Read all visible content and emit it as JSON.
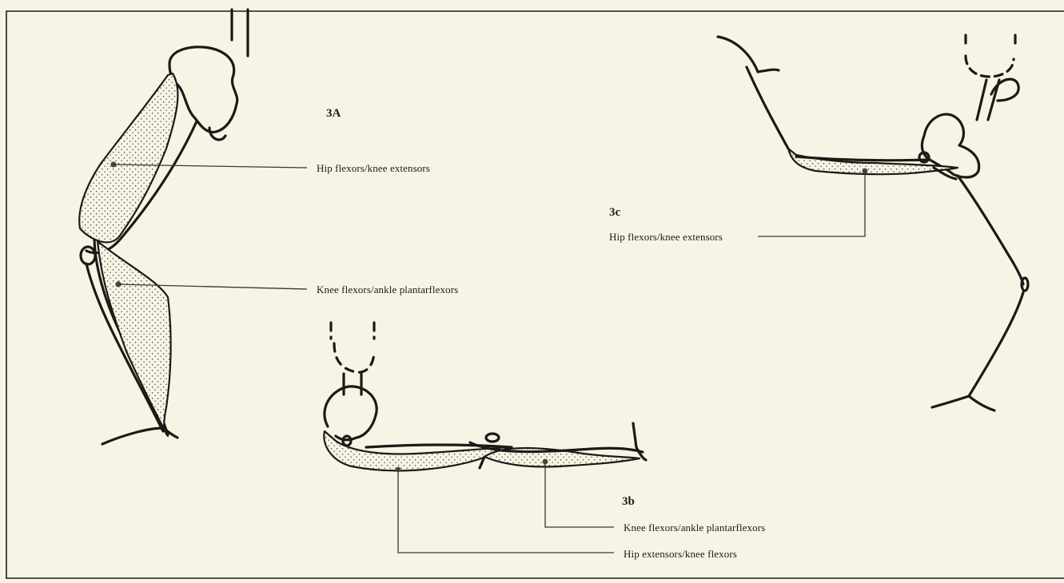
{
  "figures": {
    "fig_3a": {
      "title": "3A",
      "labels": [
        "Hip flexors/knee extensors",
        "Knee flexors/ankle plantarflexors"
      ]
    },
    "fig_3b": {
      "title": "3b",
      "labels": [
        "Knee flexors/ankle plantarflexors",
        "Hip extensors/knee flexors"
      ]
    },
    "fig_3c": {
      "title": "3c",
      "labels": [
        "Hip flexors/knee extensors"
      ]
    }
  },
  "colors": {
    "paper": "#f8f4e5",
    "ink": "#1c1a17",
    "stipple": "#3c3833"
  }
}
